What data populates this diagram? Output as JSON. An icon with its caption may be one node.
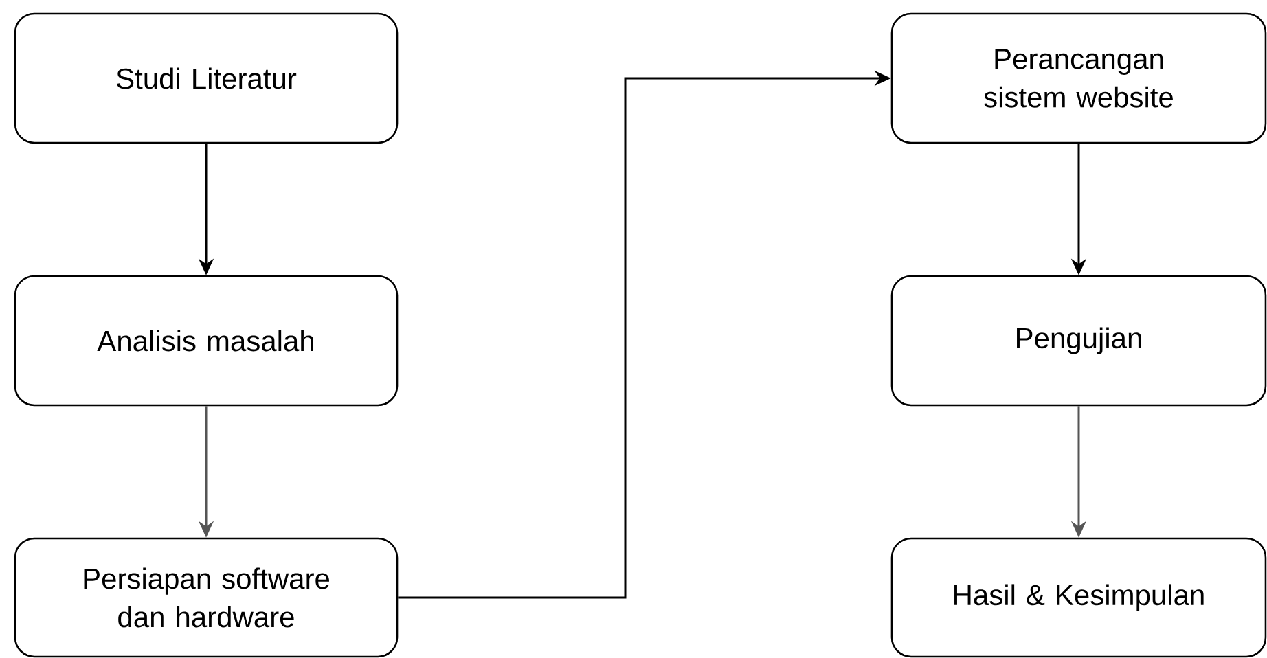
{
  "diagram": {
    "nodes": [
      {
        "text": [
          "Studi Literatur"
        ]
      },
      {
        "text": [
          "Analisis masalah"
        ]
      },
      {
        "text": [
          "Persiapan software dan hardware"
        ]
      },
      {
        "text": [
          "Perancangan sistem website"
        ]
      },
      {
        "text": [
          "Pengujian"
        ]
      },
      {
        "text": [
          "Hasil & Kesimpulan"
        ]
      }
    ],
    "edges": [
      {
        "from": 0,
        "to": 1,
        "arrow": "to"
      },
      {
        "from": 1,
        "to": 2,
        "arrow": "to",
        "color": "#555555"
      },
      {
        "from": 2,
        "to": 3,
        "arrow": "to"
      },
      {
        "from": 3,
        "to": 4,
        "arrow": "to"
      },
      {
        "from": 4,
        "to": 5,
        "arrow": "to",
        "color": "#555555"
      }
    ]
  }
}
